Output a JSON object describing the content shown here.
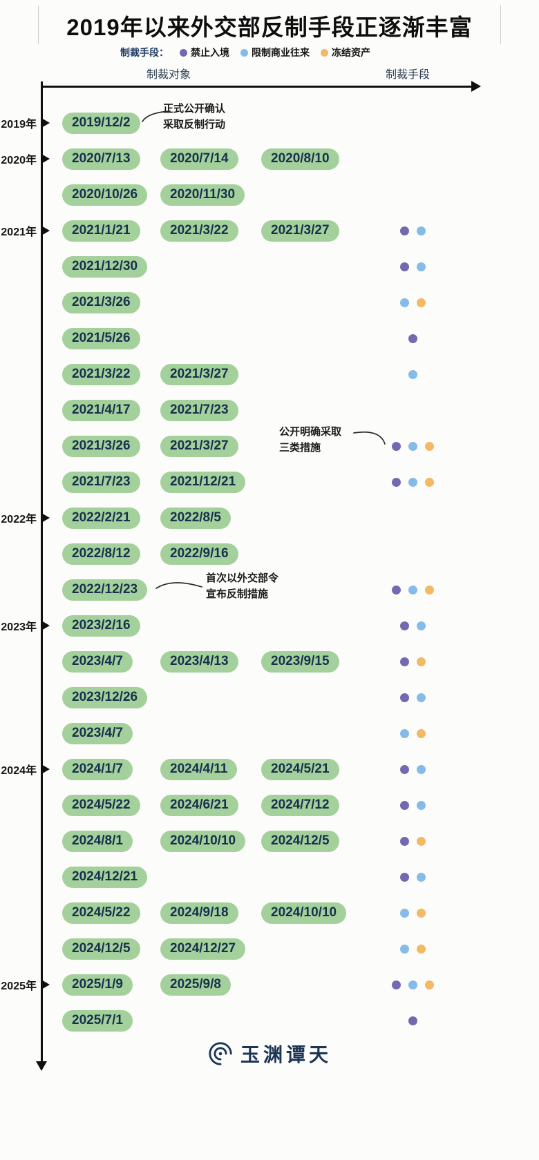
{
  "page": {
    "title": "2019年以来外交部反制手段正逐渐丰富",
    "legend_label": "制裁手段：",
    "col_left": "制裁对象",
    "col_right": "制裁手段",
    "logo_text": "玉渊谭天"
  },
  "chart_data": {
    "type": "table",
    "title": "2019年以来外交部反制手段正逐渐丰富",
    "column_headers": [
      "制裁对象",
      "制裁手段"
    ],
    "legend_title": "制裁手段：",
    "legend_position": "top",
    "legend": [
      {
        "key": "entry-ban",
        "label": "禁止入境",
        "color": "#7469b0"
      },
      {
        "key": "business-limit",
        "label": "限制商业往来",
        "color": "#85bbe8"
      },
      {
        "key": "asset-freeze",
        "label": "冻结资产",
        "color": "#f3b964"
      }
    ],
    "annotations": [
      {
        "line1": "正式公开确认",
        "line2": "采取反制行动",
        "target": "2019/12/2"
      },
      {
        "line1": "公开明确采取",
        "line2": "三类措施",
        "target": "2021/3/26、2021/3/27"
      },
      {
        "line1": "首次以外交部令",
        "line2": "宣布反制措施",
        "target": "2022/12/23"
      }
    ],
    "rows": [
      {
        "year": "2019年",
        "dates": [
          "2019/12/2"
        ],
        "measures": []
      },
      {
        "year": "2020年",
        "dates": [
          "2020/7/13",
          "2020/7/14",
          "2020/8/10"
        ],
        "measures": []
      },
      {
        "year": null,
        "dates": [
          "2020/10/26",
          "2020/11/30"
        ],
        "measures": []
      },
      {
        "year": "2021年",
        "dates": [
          "2021/1/21",
          "2021/3/22",
          "2021/3/27"
        ],
        "measures": [
          "entry-ban",
          "business-limit"
        ]
      },
      {
        "year": null,
        "dates": [
          "2021/12/30"
        ],
        "measures": [
          "entry-ban",
          "business-limit"
        ]
      },
      {
        "year": null,
        "dates": [
          "2021/3/26"
        ],
        "measures": [
          "business-limit",
          "asset-freeze"
        ]
      },
      {
        "year": null,
        "dates": [
          "2021/5/26"
        ],
        "measures": [
          "entry-ban"
        ]
      },
      {
        "year": null,
        "dates": [
          "2021/3/22",
          "2021/3/27"
        ],
        "measures": [
          "business-limit"
        ]
      },
      {
        "year": null,
        "dates": [
          "2021/4/17",
          "2021/7/23"
        ],
        "measures": []
      },
      {
        "year": null,
        "dates": [
          "2021/3/26",
          "2021/3/27"
        ],
        "measures": [
          "entry-ban",
          "business-limit",
          "asset-freeze"
        ]
      },
      {
        "year": null,
        "dates": [
          "2021/7/23",
          "2021/12/21"
        ],
        "measures": [
          "entry-ban",
          "business-limit",
          "asset-freeze"
        ]
      },
      {
        "year": "2022年",
        "dates": [
          "2022/2/21",
          "2022/8/5"
        ],
        "measures": []
      },
      {
        "year": null,
        "dates": [
          "2022/8/12",
          "2022/9/16"
        ],
        "measures": []
      },
      {
        "year": null,
        "dates": [
          "2022/12/23"
        ],
        "measures": [
          "entry-ban",
          "business-limit",
          "asset-freeze"
        ]
      },
      {
        "year": "2023年",
        "dates": [
          "2023/2/16"
        ],
        "measures": [
          "entry-ban",
          "business-limit"
        ]
      },
      {
        "year": null,
        "dates": [
          "2023/4/7",
          "2023/4/13",
          "2023/9/15"
        ],
        "measures": [
          "entry-ban",
          "asset-freeze"
        ]
      },
      {
        "year": null,
        "dates": [
          "2023/12/26"
        ],
        "measures": [
          "entry-ban",
          "business-limit"
        ]
      },
      {
        "year": null,
        "dates": [
          "2023/4/7"
        ],
        "measures": [
          "business-limit",
          "asset-freeze"
        ]
      },
      {
        "year": "2024年",
        "dates": [
          "2024/1/7",
          "2024/4/11",
          "2024/5/21"
        ],
        "measures": [
          "entry-ban",
          "business-limit"
        ]
      },
      {
        "year": null,
        "dates": [
          "2024/5/22",
          "2024/6/21",
          "2024/7/12"
        ],
        "measures": [
          "entry-ban",
          "business-limit"
        ]
      },
      {
        "year": null,
        "dates": [
          "2024/8/1",
          "2024/10/10",
          "2024/12/5"
        ],
        "measures": [
          "entry-ban",
          "asset-freeze"
        ]
      },
      {
        "year": null,
        "dates": [
          "2024/12/21"
        ],
        "measures": [
          "entry-ban",
          "business-limit"
        ]
      },
      {
        "year": null,
        "dates": [
          "2024/5/22",
          "2024/9/18",
          "2024/10/10"
        ],
        "measures": [
          "business-limit",
          "asset-freeze"
        ]
      },
      {
        "year": null,
        "dates": [
          "2024/12/5",
          "2024/12/27"
        ],
        "measures": [
          "business-limit",
          "asset-freeze"
        ]
      },
      {
        "year": "2025年",
        "dates": [
          "2025/1/9",
          "2025/9/8"
        ],
        "measures": [
          "entry-ban",
          "business-limit",
          "asset-freeze"
        ]
      },
      {
        "year": null,
        "dates": [
          "2025/7/1"
        ],
        "measures": [
          "entry-ban"
        ]
      }
    ],
    "watermark": "玉渊谭天"
  }
}
